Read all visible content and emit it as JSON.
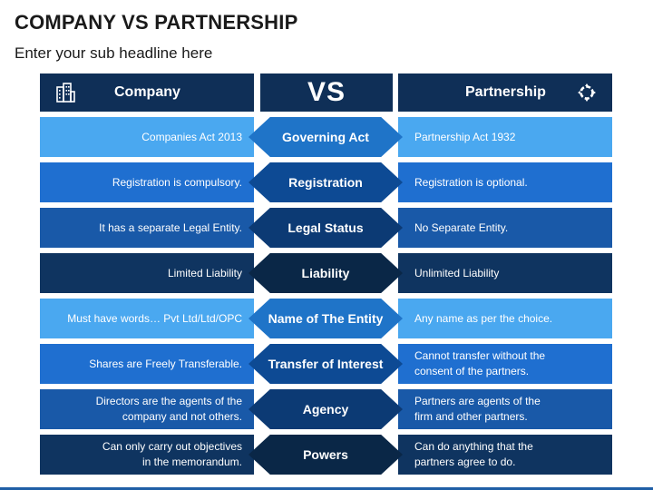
{
  "title": "COMPANY VS PARTNERSHIP",
  "subtitle": "Enter your sub headline here",
  "header": {
    "left_label": "Company",
    "middle_label": "VS",
    "right_label": "Partnership",
    "left_icon": "building-icon",
    "right_icon": "handshake-circle-icon",
    "color": "#0f2f57"
  },
  "rows": [
    {
      "left": "Companies Act 2013",
      "criterion": "Governing Act",
      "right": "Partnership Act 1932",
      "color": "#4aa8f0",
      "hex_color": "#1f74c8"
    },
    {
      "left": "Registration is compulsory.",
      "criterion": "Registration",
      "right": "Registration is optional.",
      "color": "#1f6fd0",
      "hex_color": "#0d4a94"
    },
    {
      "left": "It has a separate Legal Entity.",
      "criterion": "Legal Status",
      "right": "No Separate Entity.",
      "color": "#1959a8",
      "hex_color": "#0c3a74"
    },
    {
      "left": "Limited Liability",
      "criterion": "Liability",
      "right": "Unlimited Liability",
      "color": "#0f3460",
      "hex_color": "#0a2747"
    },
    {
      "left": "Must have words… Pvt Ltd/Ltd/OPC",
      "criterion": "Name of The Entity",
      "right": "Any name as per the choice.",
      "color": "#4aa8f0",
      "hex_color": "#1f74c8"
    },
    {
      "left": "Shares are Freely Transferable.",
      "criterion": "Transfer of Interest",
      "right": [
        "Cannot transfer without the",
        "consent of the partners."
      ],
      "color": "#1f6fd0",
      "hex_color": "#0d4a94"
    },
    {
      "left": [
        "Directors are the agents of the",
        "company and not others."
      ],
      "criterion": "Agency",
      "right": [
        "Partners are agents of the",
        "firm and other partners."
      ],
      "color": "#1959a8",
      "hex_color": "#0c3a74"
    },
    {
      "left": [
        "Can only carry out objectives",
        "in the memorandum."
      ],
      "criterion": "Powers",
      "right": [
        "Can do anything that the",
        "partners agree to do."
      ],
      "color": "#0f3460",
      "hex_color": "#0a2747"
    }
  ]
}
